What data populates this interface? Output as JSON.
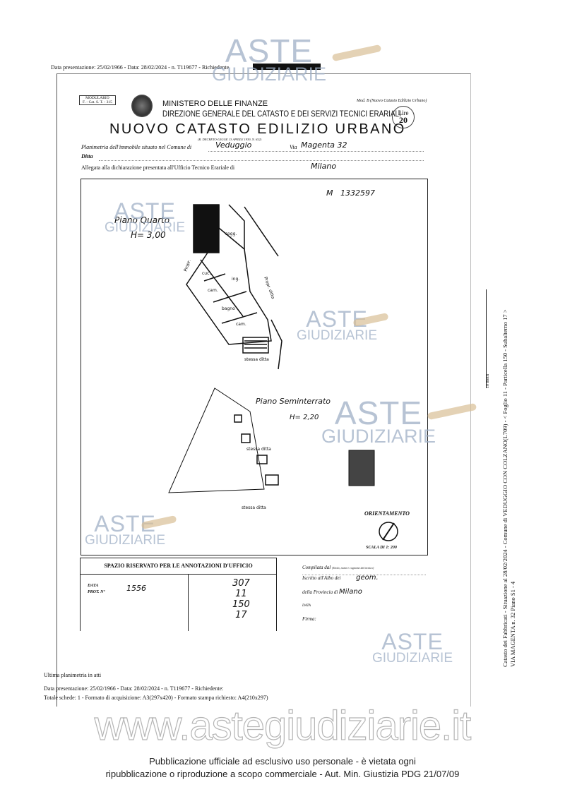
{
  "header": {
    "top_line": "Data presentazione: 25/02/1966 - Data: 28/02/2024 - n. T119677 - Richiedente"
  },
  "form": {
    "modulario": "MODULARIO",
    "modulario_code": "F. - Cat. S. T. - 315",
    "ministry": "MINISTERO DELLE FINANZE",
    "direction": "DIREZIONE GENERALE DEL CATASTO E DEI SERVIZI TECNICI ERARIALI",
    "title": "NUOVO CATASTO EDILIZIO URBANO",
    "decree": "(R. DECRETO-LEGGE 13 APRILE 1939, N. 652)",
    "mod": "Mod. B (Nuovo Catasto Edilizio Urbano)",
    "stamp_lire": "Lire",
    "stamp_value": "20",
    "planimetria_label": "Planimetria dell'immobile situato nel Comune di",
    "comune": "Veduggio",
    "via_label": "Via",
    "via": "Magenta 32",
    "ditta_label": "Ditta",
    "allegata_label": "Allegata alla dichiarazione presentata all'Ufficio Tecnico Erariale di",
    "ufficio": "Milano"
  },
  "plan": {
    "code": "M   1332597",
    "floor1": "Piano Quarto",
    "floor1_h": "H= 3,00",
    "floor2": "Piano Seminterrato",
    "floor2_h": "H= 2,20",
    "rooms": [
      "sogg.",
      "cuc.",
      "ing.",
      "cam.",
      "bagno",
      "cam.",
      "Propr.",
      "stessa ditta",
      "stessa ditta",
      "stessa ditta",
      "Propr. ditta"
    ],
    "orientamento": "ORIENTAMENTO",
    "scala": "SCALA DI 1: 200"
  },
  "annotations": {
    "title": "SPAZIO RISERVATO PER LE ANNOTAZIONI D'UFFICIO",
    "data_label": "DATA",
    "prot_label": "PROT. Nº",
    "prot_value": "1556",
    "handwritten": [
      "307",
      "11",
      "150",
      "17"
    ],
    "compilata_label": "Compilata dal",
    "compilata_hint": "(Titolo, nome e cognome del tecnico)",
    "iscritto_label": "Iscritto all'Albo dei",
    "iscritto_value": "geom.",
    "provincia_label": "della Provincia di",
    "provincia_value": "Milano",
    "data2_label": "DATA",
    "firma_label": "Firma:"
  },
  "side": {
    "line1": "Catasto dei Fabbricati - Situazione al 28/02/2024 - Comune di VEDUGGIO CON COLZANO(L709) - < Foglio 11 - Particella 150 - Subalterno 17 >",
    "line2": "VIA MAGENTA n. 32 Piano S1 - 4",
    "scale_mark": "10 metri"
  },
  "footer": {
    "ultima": "Ultima planimetria in atti",
    "line1": "Data presentazione: 25/02/1966 - Data: 28/02/2024 - n. T119677 - Richiedente:",
    "line2": "Totale schede: 1 - Formato di acquisizione: A3(297x420)  - Formato stampa richiesto: A4(210x297)"
  },
  "watermark": {
    "aste": "ASTE",
    "giudiziarie": "GIUDIZIARIE",
    "site": "www.astegiudiziarie.it"
  },
  "notice": {
    "line1": "Pubblicazione ufficiale ad esclusivo uso personale - è vietata ogni",
    "line2": "ripubblicazione o riproduzione a scopo commerciale - Aut. Min. Giustizia PDG 21/07/09"
  }
}
